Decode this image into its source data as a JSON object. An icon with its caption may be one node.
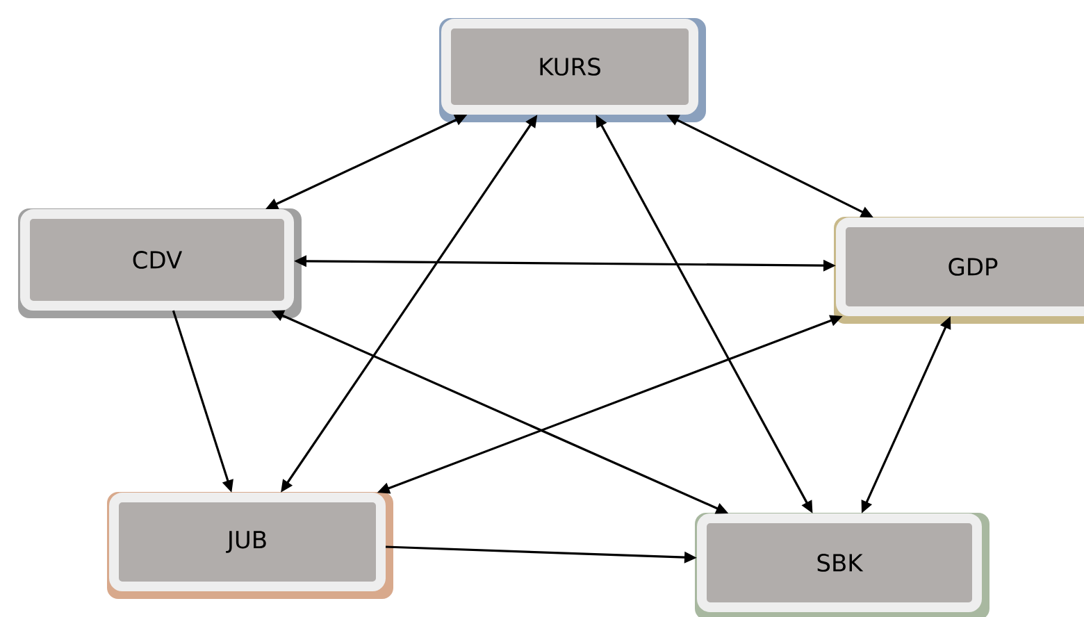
{
  "diagram": {
    "nodes": [
      {
        "text": [
          "KURS"
        ]
      },
      {
        "text": [
          "CDV"
        ]
      },
      {
        "text": [
          "GDP"
        ]
      },
      {
        "text": [
          "JUB"
        ]
      },
      {
        "text": [
          "SBK"
        ]
      }
    ],
    "edges": [
      {
        "from": 0,
        "to": 1,
        "arrow": "both"
      },
      {
        "from": 0,
        "to": 2,
        "arrow": "both"
      },
      {
        "from": 0,
        "to": 3,
        "arrow": "both"
      },
      {
        "from": 0,
        "to": 4,
        "arrow": "both"
      },
      {
        "from": 1,
        "to": 2,
        "arrow": "both"
      },
      {
        "from": 1,
        "to": 4,
        "arrow": "both"
      },
      {
        "from": 1,
        "to": 3,
        "arrow": "to"
      },
      {
        "from": 2,
        "to": 3,
        "arrow": "both"
      },
      {
        "from": 2,
        "to": 4,
        "arrow": "both"
      },
      {
        "from": 3,
        "to": 4,
        "arrow": "to"
      }
    ]
  }
}
